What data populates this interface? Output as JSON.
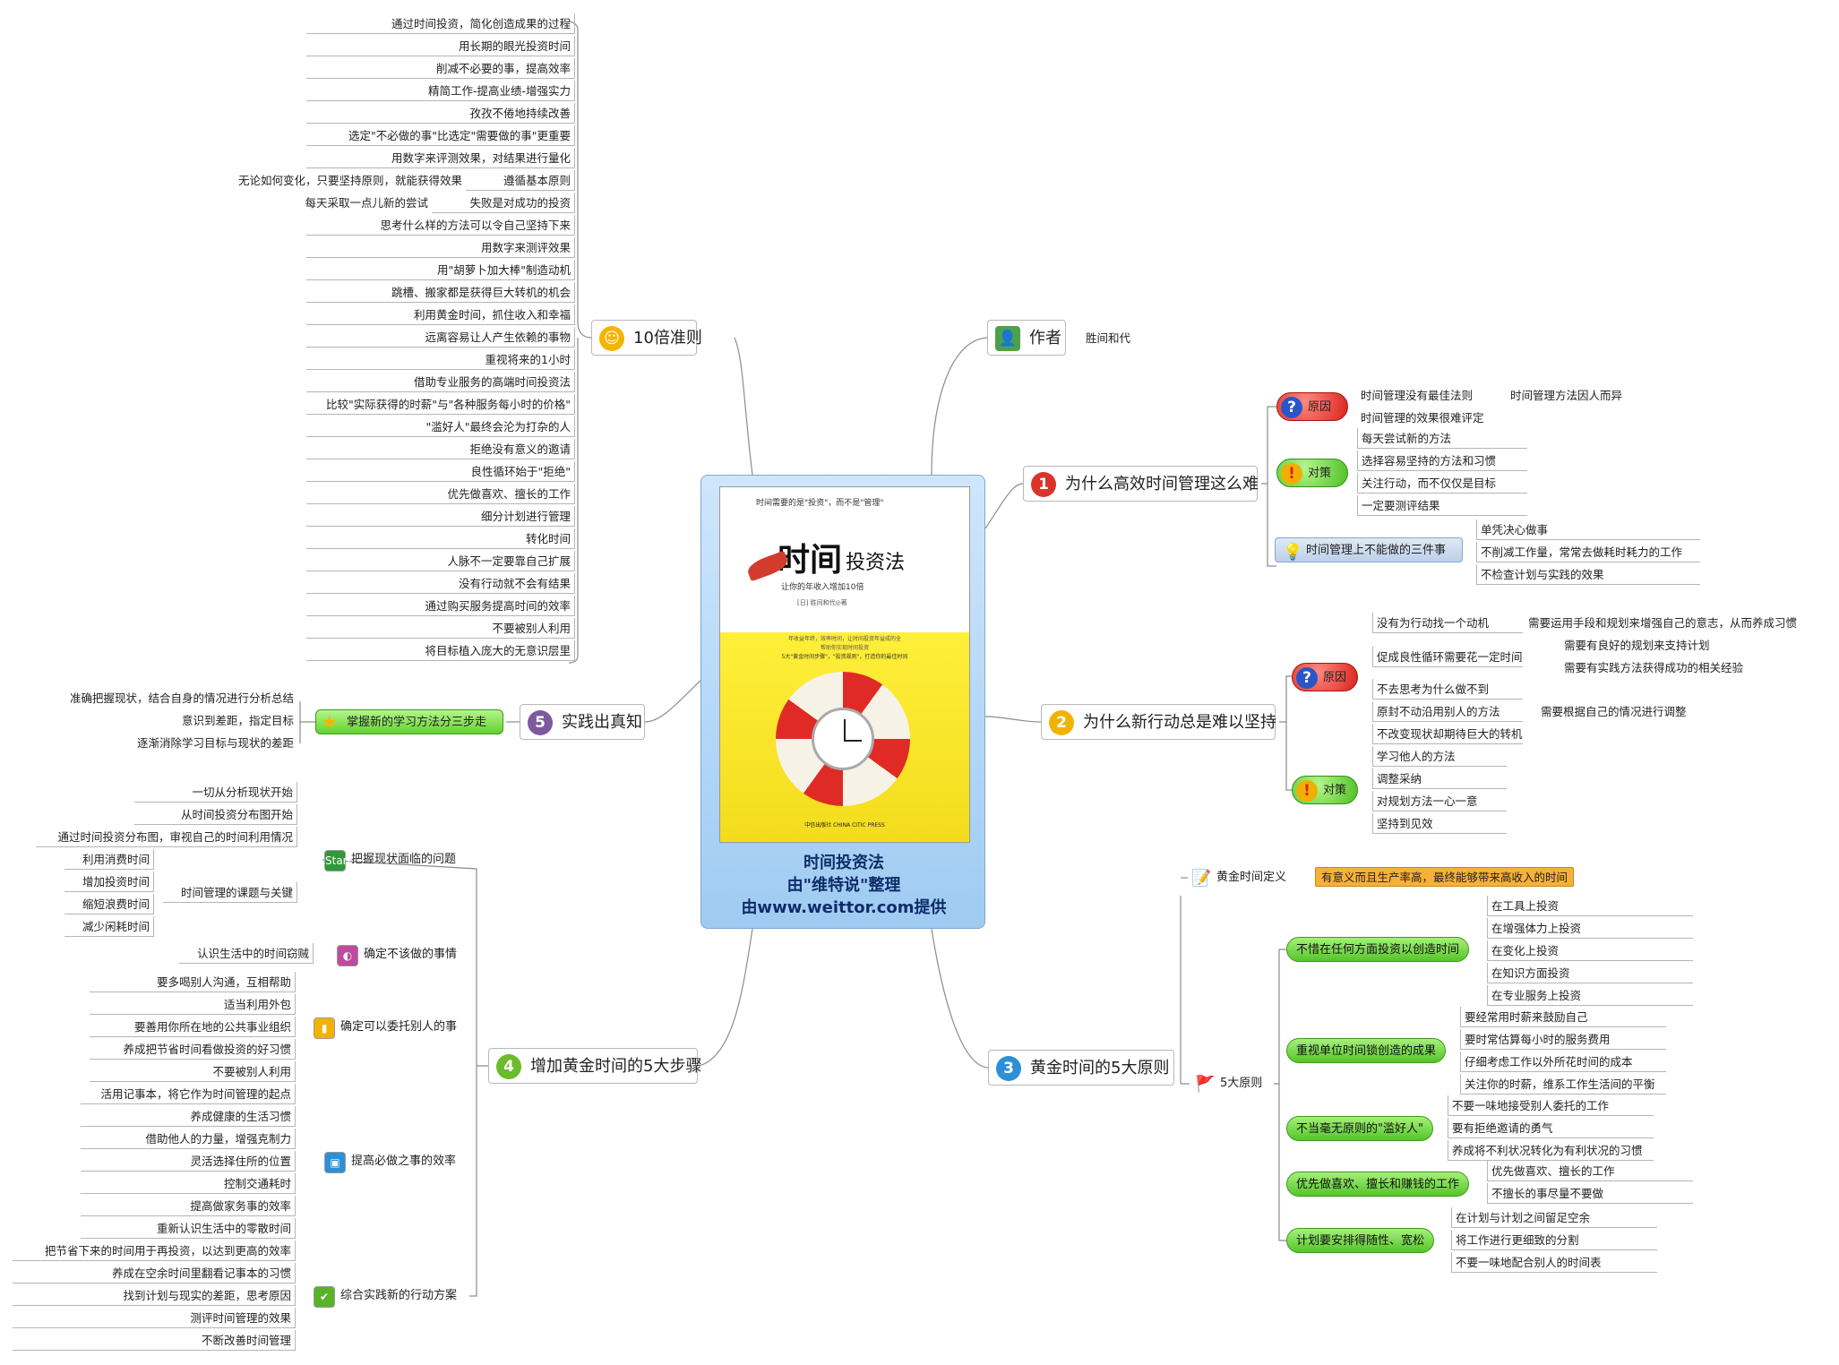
{
  "center": {
    "title": "时间投资法",
    "line2": "由\"维特说\"整理",
    "line3": "由www.weittor.com提供",
    "cover": {
      "top": "时间需要的是\"投资\"，而不是\"管理\"",
      "title_a": "时间",
      "title_b": "投资法",
      "subtitle": "让你的年收入增加10倍",
      "author": "[日] 胜间和代◎著",
      "blurb1": "年收益年终，效率时间，让时间投资年益成的全",
      "blurb2": "帮助你实现时间投资",
      "blurb3": "5大\"黄金时间步骤\"，\"投资规则\"，打造你的最佳时间",
      "publisher": "中信出版社 CHINA CITIC PRESS"
    }
  },
  "rule10": {
    "label": "10倍准则",
    "items": [
      "通过时间投资，简化创造成果的过程",
      "用长期的眼光投资时间",
      "削减不必要的事，提高效率",
      "精简工作-提高业绩-增强实力",
      "孜孜不倦地持续改善",
      "选定\"不必做的事\"比选定\"需要做的事\"更重要",
      "用数字来评测效果，对结果进行量化",
      "遵循基本原则",
      "失败是对成功的投资",
      "思考什么样的方法可以令自己坚持下来",
      "用数字来测评效果",
      "用\"胡萝卜加大棒\"制造动机",
      "跳槽、搬家都是获得巨大转机的机会",
      "利用黄金时间，抓住收入和幸福",
      "远离容易让人产生依赖的事物",
      "重视将来的1小时",
      "借助专业服务的高端时间投资法",
      "比较\"实际获得的时薪\"与\"各种服务每小时的价格\"",
      "\"滥好人\"最终会沦为打杂的人",
      "拒绝没有意义的邀请",
      "良性循环始于\"拒绝\"",
      "优先做喜欢、擅长的工作",
      "细分计划进行管理",
      "转化时间",
      "人脉不一定要靠自己扩展",
      "没有行动就不会有结果",
      "通过购买服务提高时间的效率",
      "不要被别人利用",
      "将目标植入庞大的无意识层里"
    ],
    "sub7": "无论如何变化，只要坚持原则，就能获得效果",
    "sub8": "每天采取一点儿新的尝试"
  },
  "practice": {
    "label": "实践出真知",
    "child": "掌握新的学习方法分三步走",
    "items": [
      "准确把握现状，结合自身的情况进行分析总结",
      "意识到差距，指定目标",
      "逐渐消除学习目标与现状的差距"
    ]
  },
  "gold5": {
    "label": "增加黄金时间的5大步骤",
    "groups": [
      {
        "label": "把握现状面临的问题",
        "icon": "Start",
        "items": [
          "一切从分析现状开始",
          "从时间投资分布图开始",
          "通过时间投资分布图，审视自己的时间利用情况",
          "时间管理的课题与关键"
        ],
        "sub": [
          "利用消费时间",
          "增加投资时间",
          "缩短浪费时间",
          "减少闲耗时间"
        ]
      },
      {
        "label": "确定不该做的事情",
        "items": [
          "认识生活中的时间窃贼"
        ]
      },
      {
        "label": "确定可以委托别人的事",
        "items": [
          "要多喝别人沟通，互相帮助",
          "适当利用外包",
          "要善用你所在地的公共事业组织",
          "养成把节省时间看做投资的好习惯",
          "不要被别人利用"
        ]
      },
      {
        "label": "提高必做之事的效率",
        "items": [
          "活用记事本，将它作为时间管理的起点",
          "养成健康的生活习惯",
          "借助他人的力量，增强克制力",
          "灵活选择住所的位置",
          "控制交通耗时",
          "提高做家务事的效率",
          "重新认识生活中的零散时间"
        ]
      },
      {
        "label": "综合实践新的行动方案",
        "items": [
          "把节省下来的时间用于再投资，以达到更高的效率",
          "养成在空余时间里翻看记事本的习惯",
          "找到计划与现实的差距，思考原因",
          "测评时间管理的效果",
          "不断改善时间管理"
        ]
      }
    ]
  },
  "author": {
    "label": "作者",
    "value": "胜间和代"
  },
  "q1": {
    "label": "为什么高效时间管理这么难",
    "reason": {
      "label": "原因",
      "items": [
        "时间管理没有最佳法则",
        "时间管理的效果很难评定"
      ],
      "sub": "时间管理方法因人而异"
    },
    "policy": {
      "label": "对策",
      "items": [
        "每天尝试新的方法",
        "选择容易坚持的方法和习惯",
        "关注行动，而不仅仅是目标",
        "一定要测评结果"
      ]
    },
    "three": {
      "label": "时间管理上不能做的三件事",
      "items": [
        "单凭决心做事",
        "不削减工作量，常常去做耗时耗力的工作",
        "不检查计划与实践的效果"
      ]
    }
  },
  "q2": {
    "label": "为什么新行动总是难以坚持",
    "reason": {
      "label": "原因",
      "items": [
        "没有为行动找一个动机",
        "促成良性循环需要花一定时间",
        "不去思考为什么做不到",
        "原封不动沿用别人的方法",
        "不改变现状却期待巨大的转机"
      ],
      "sub1": "需要运用手段和规划来增强自己的意志，从而养成习惯",
      "sub2": [
        "需要有良好的规划来支持计划",
        "需要有实践方法获得成功的相关经验"
      ],
      "sub4": "需要根据自己的情况进行调整"
    },
    "policy": {
      "label": "对策",
      "items": [
        "学习他人的方法",
        "调整采纳",
        "对规划方法一心一意",
        "坚持到见效"
      ]
    }
  },
  "q3": {
    "label": "黄金时间的5大原则",
    "def_label": "黄金时间定义",
    "def_value": "有意义而且生产率高，最终能够带来高收入的时间",
    "principles_label": "5大原则",
    "principles": [
      {
        "label": "不惜在任何方面投资以创造时间",
        "items": [
          "在工具上投资",
          "在增强体力上投资",
          "在变化上投资",
          "在知识方面投资",
          "在专业服务上投资"
        ]
      },
      {
        "label": "重视单位时间锁创造的成果",
        "items": [
          "要经常用时薪来鼓励自己",
          "要时常估算每小时的服务费用",
          "仔细考虑工作以外所花时间的成本",
          "关注你的时薪，维系工作生活间的平衡"
        ]
      },
      {
        "label": "不当毫无原则的\"滥好人\"",
        "items": [
          "不要一味地接受别人委托的工作",
          "要有拒绝邀请的勇气",
          "养成将不利状况转化为有利状况的习惯"
        ]
      },
      {
        "label": "优先做喜欢、擅长和赚钱的工作",
        "items": [
          "优先做喜欢、擅长的工作",
          "不擅长的事尽量不要做"
        ]
      },
      {
        "label": "计划要安排得随性、宽松",
        "items": [
          "在计划与计划之间留足空余",
          "将工作进行更细致的分割",
          "不要一味地配合别人的时间表"
        ]
      }
    ]
  },
  "colors": {
    "line": "#8c8c8c",
    "green": "#55c52a",
    "badge": "#f2b300"
  }
}
